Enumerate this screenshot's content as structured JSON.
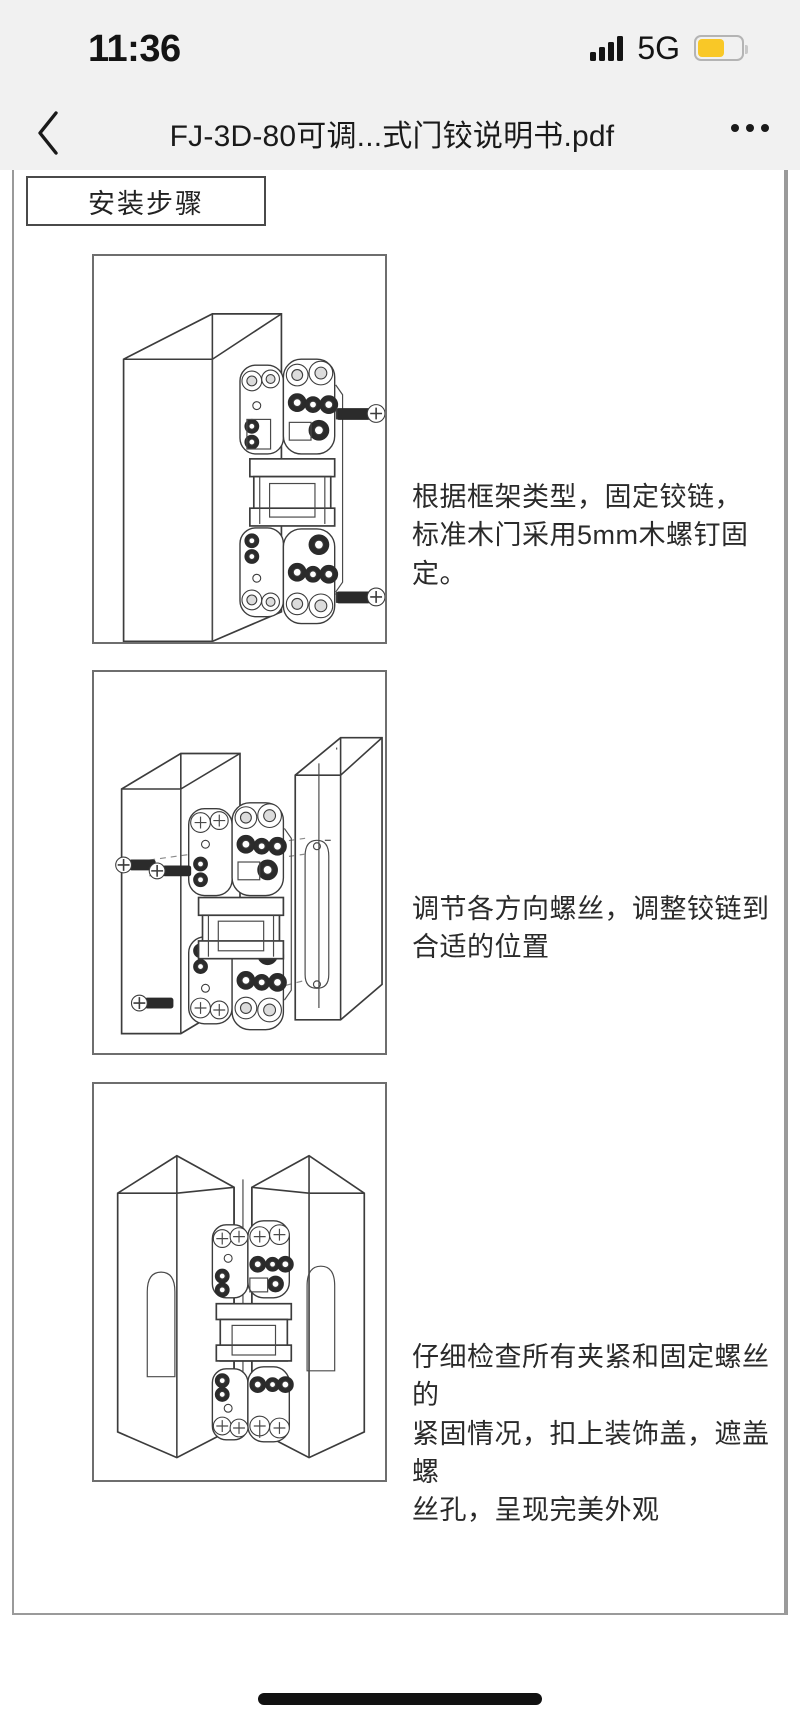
{
  "status_bar": {
    "time": "11:36",
    "network_label": "5G",
    "signal_bars": 4,
    "battery_level_percent": 62,
    "battery_color": "#f9c827",
    "signal_icon": "signal-bars-icon",
    "battery_icon": "battery-low-power-icon"
  },
  "nav_bar": {
    "back_icon": "chevron-left-icon",
    "title": "FJ-3D-80可调...式门铰说明书.pdf",
    "more_icon": "more-horizontal-icon"
  },
  "document": {
    "section_title": "安装步骤",
    "steps": [
      {
        "index": 1,
        "figure_name": "hinge-frame-mounting-diagram",
        "caption_lines": [
          "根据框架类型，固定铰链，",
          "标准木门采用5mm木螺钉固定。"
        ]
      },
      {
        "index": 2,
        "figure_name": "hinge-adjustment-diagram",
        "caption_lines": [
          "调节各方向螺丝，调整铰链到",
          "合适的位置"
        ]
      },
      {
        "index": 3,
        "figure_name": "hinge-cover-cap-diagram",
        "caption_lines": [
          "仔细检查所有夹紧和固定螺丝的",
          "紧固情况，扣上装饰盖，遮盖螺",
          "丝孔，呈现完美外观"
        ]
      }
    ]
  },
  "home_indicator": "home-indicator-bar",
  "colors": {
    "chrome_background": "#f1f1f1",
    "page_background": "#ffffff",
    "text_primary": "#1a1a1a",
    "line_art": "#3c3c3c"
  }
}
